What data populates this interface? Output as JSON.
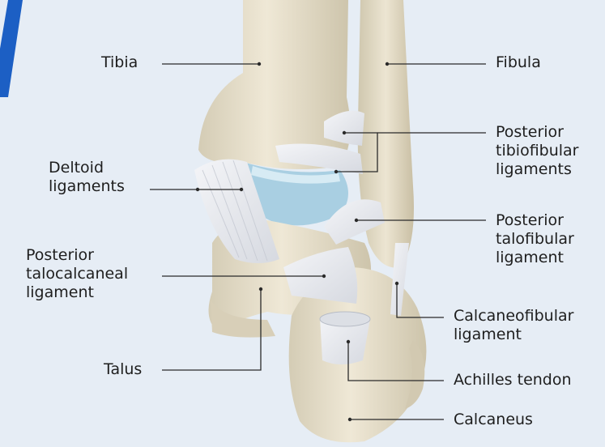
{
  "labels": {
    "tibia": "Tibia",
    "fibula": "Fibula",
    "posterior_tibiofibular": "Posterior\ntibiofibular\nligaments",
    "deltoid": "Deltoid\nligaments",
    "posterior_talofibular": "Posterior\ntalofibular\nligament",
    "posterior_talocalcaneal": "Posterior\ntalocalcaneal\nligament",
    "calcaneofibular": "Calcaneofibular\nligament",
    "talus": "Talus",
    "achilles": "Achilles tendon",
    "calcaneus": "Calcaneus"
  },
  "colors": {
    "background": "#e6edf5",
    "accent": "#1c5fc4",
    "bone": "#e9e2cf",
    "bone_shadow": "#cfc6ae",
    "ligament": "#eef0f4",
    "cartilage": "#a9cfe2",
    "leader_line": "#2a2a2a"
  }
}
